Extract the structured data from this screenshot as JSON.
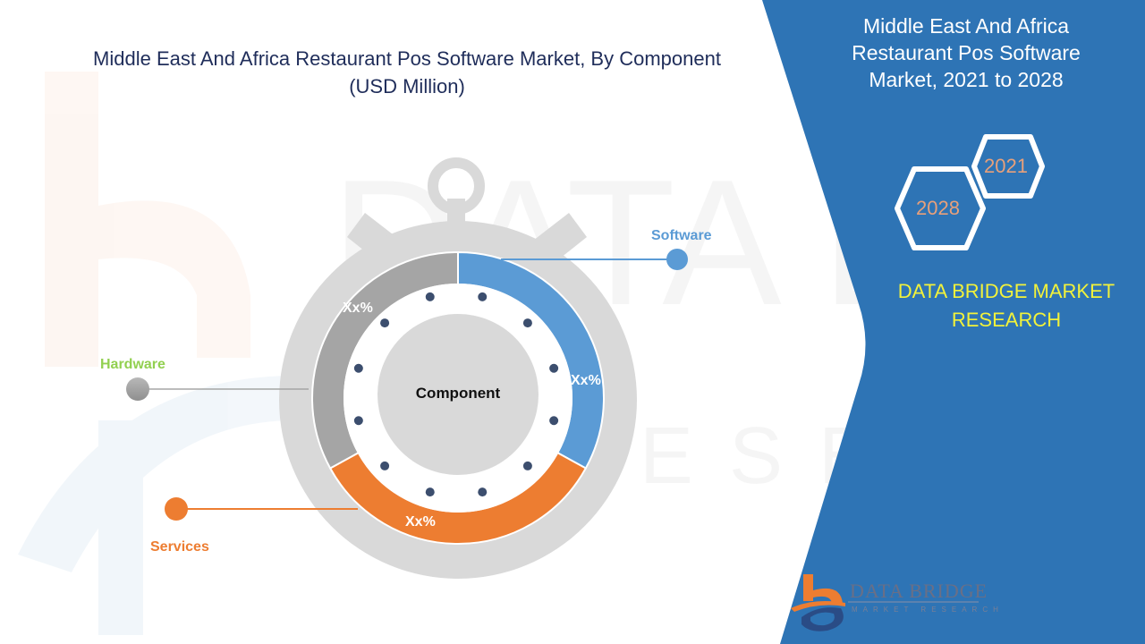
{
  "chart": {
    "title_line1": "Middle East And Africa Restaurant Pos Software Market, By Component",
    "title_line2": "(USD Million)",
    "center_label": "Component"
  },
  "side_panel": {
    "title_line1": "Middle East And Africa",
    "title_line2": "Restaurant Pos Software",
    "title_line3": "Market, 2021 to 2028",
    "hex_year_start": "2021",
    "hex_year_end": "2028",
    "brand_line1": "DATA BRIDGE MARKET",
    "brand_line2": "RESEARCH",
    "logo_text": "DATA BRIDGE",
    "logo_subtext": "MARKET RESEARCH",
    "color": "#2e74b5"
  },
  "segments": [
    {
      "name": "Software",
      "label": "Xx%",
      "color": "#5b9bd5",
      "label_color": "#5b9bd5"
    },
    {
      "name": "Services",
      "label": "Xx%",
      "color": "#ed7d31",
      "label_color": "#ed7d31"
    },
    {
      "name": "Hardware",
      "label": "Xx%",
      "color": "#a5a5a5",
      "label_color": "#92d050"
    }
  ],
  "chart_data": {
    "type": "pie",
    "title": "Middle East And Africa Restaurant Pos Software Market, By Component (USD Million)",
    "center_label": "Component",
    "categories": [
      "Software",
      "Services",
      "Hardware"
    ],
    "values": [
      33,
      34,
      33
    ],
    "value_labels": [
      "Xx%",
      "Xx%",
      "Xx%"
    ],
    "colors": [
      "#5b9bd5",
      "#ed7d31",
      "#a5a5a5"
    ],
    "note": "values are visual estimates of donut arc sizes; actual labels are placeholder 'Xx%'",
    "legend_position": "callouts"
  }
}
